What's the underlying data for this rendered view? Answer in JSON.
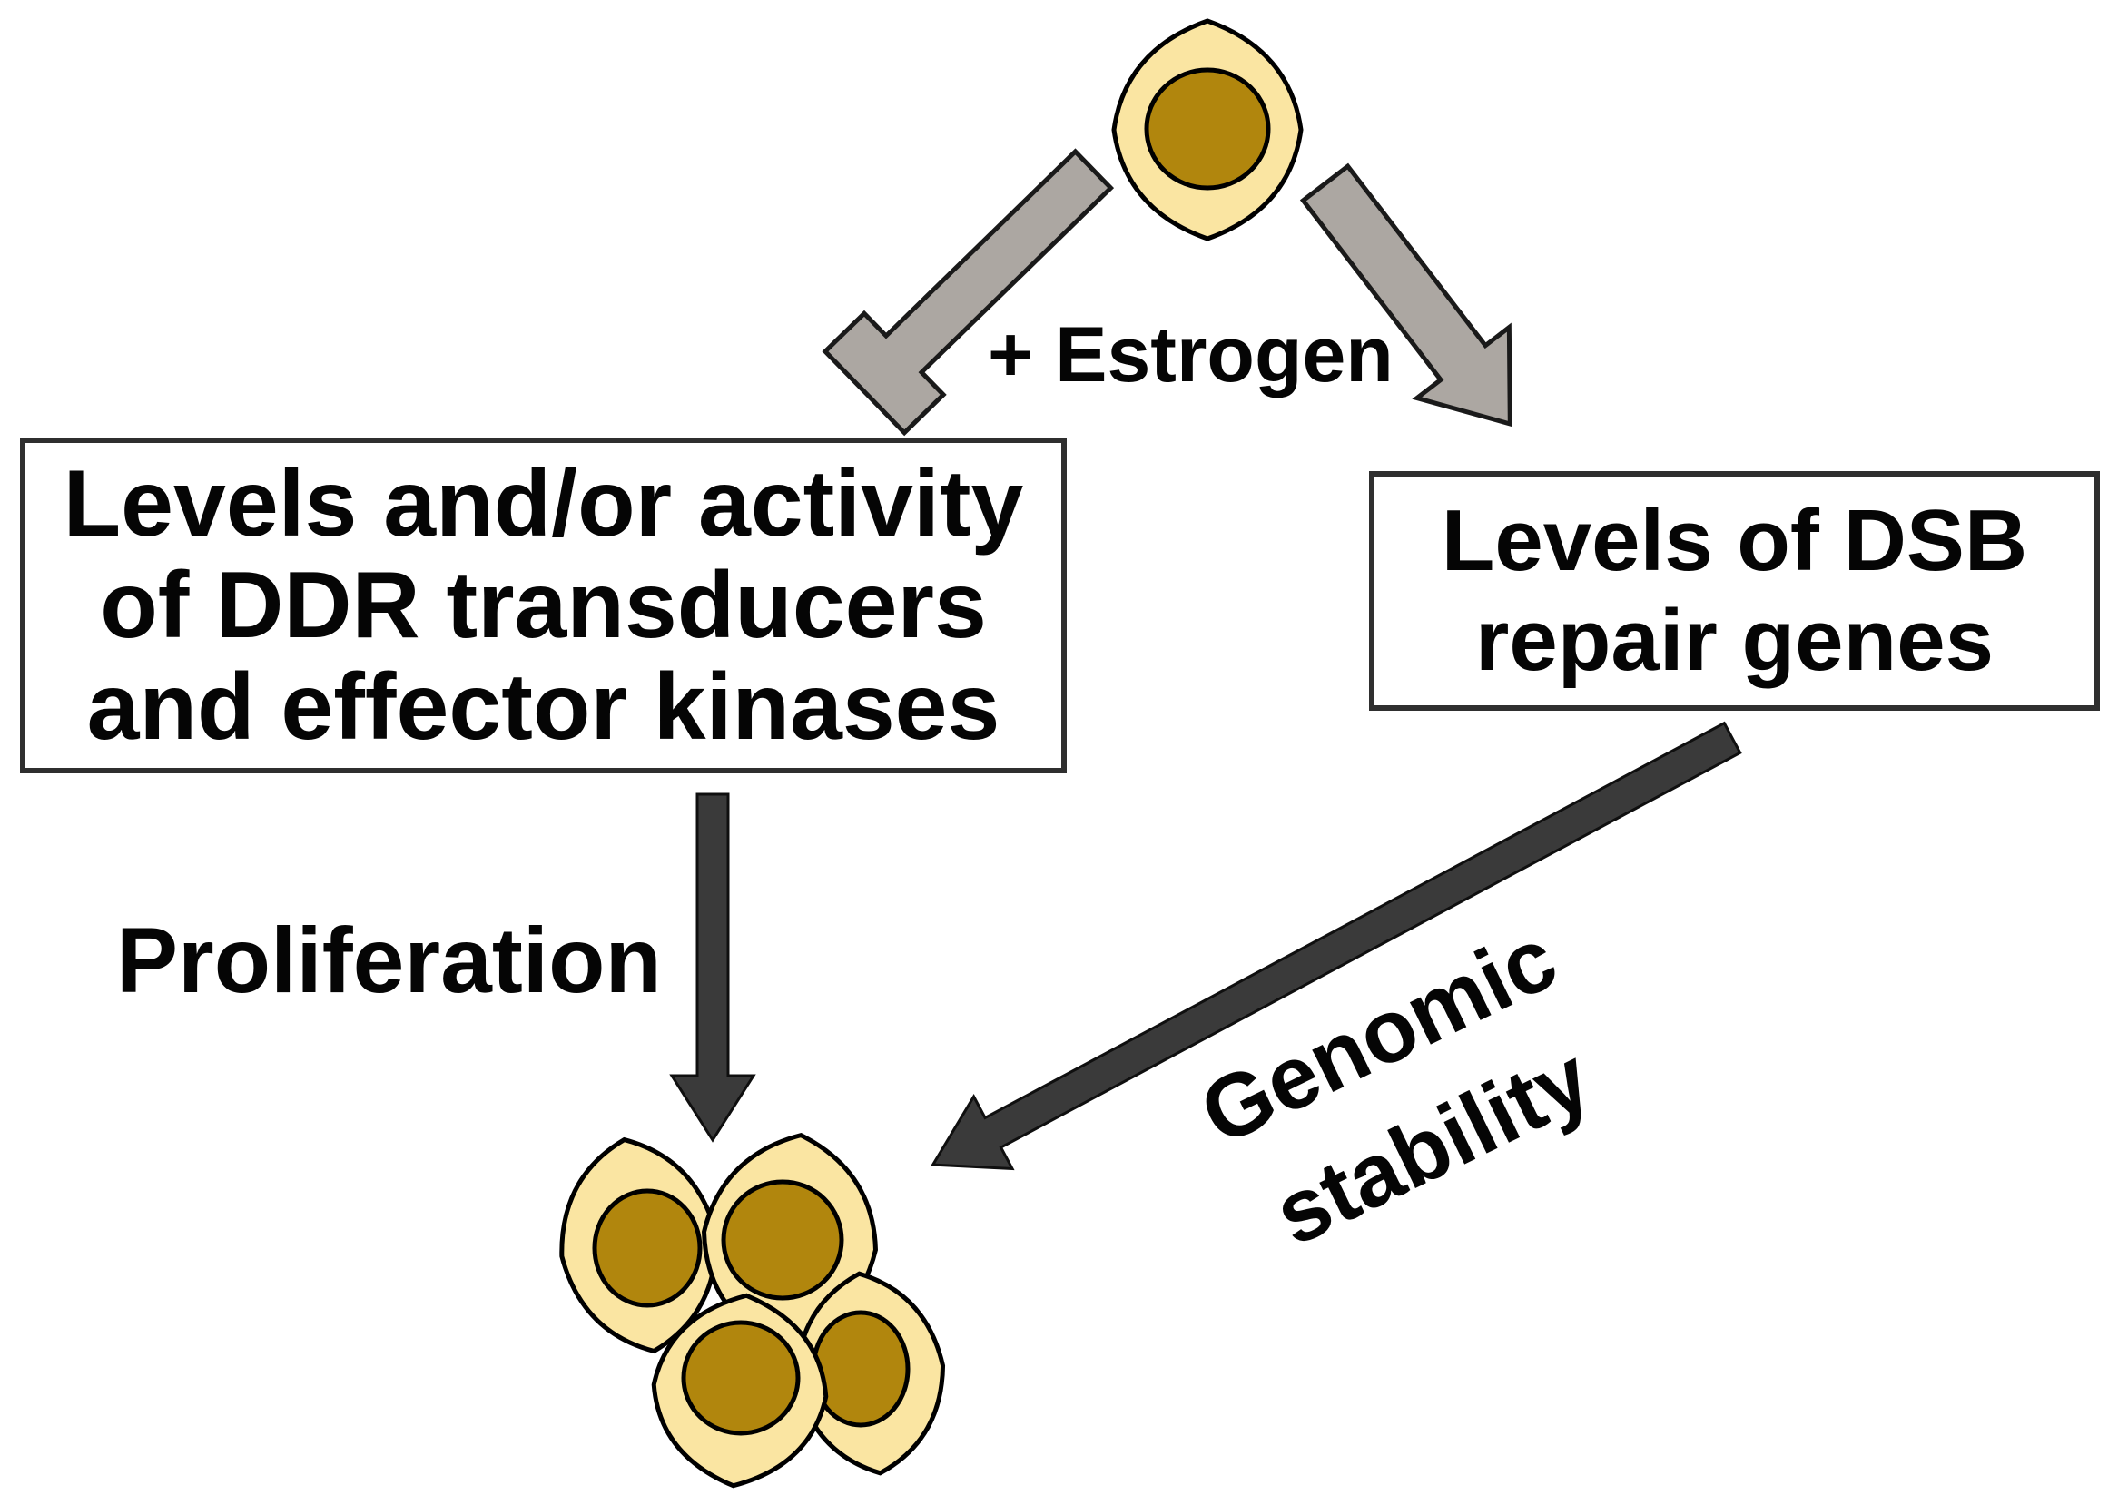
{
  "diagram": {
    "title_implicit": "Effect of estrogen on DDR signaling and DSB repair",
    "stimulus_label": "+ Estrogen",
    "left_box": {
      "lines": [
        "Levels and/or activity",
        "of DDR transducers",
        "and effector kinases"
      ]
    },
    "right_box": {
      "lines": [
        "Levels of DSB",
        "repair genes"
      ]
    },
    "left_outcome_label": "Proliferation",
    "right_outcome": {
      "lines": [
        "Genomic",
        "stability"
      ]
    },
    "icons": {
      "single_cell": "cell-icon",
      "cell_cluster": "cell-cluster-icon",
      "left_arrow": "inhibition-arrow-icon",
      "right_arrow": "activation-arrow-icon",
      "proliferation_arrow": "down-arrow-icon",
      "genomic_stability_arrow": "diagonal-arrow-icon"
    },
    "colors": {
      "background": "#ffffff",
      "cell_fill": "#FAE5A2",
      "nucleus_fill": "#B1860D",
      "outline": "#000000",
      "gray_arrow_fill": "#ACA7A2",
      "dark_arrow_fill": "#3A3A3A",
      "box_border": "#2F2F2F",
      "text": "#050505"
    }
  }
}
